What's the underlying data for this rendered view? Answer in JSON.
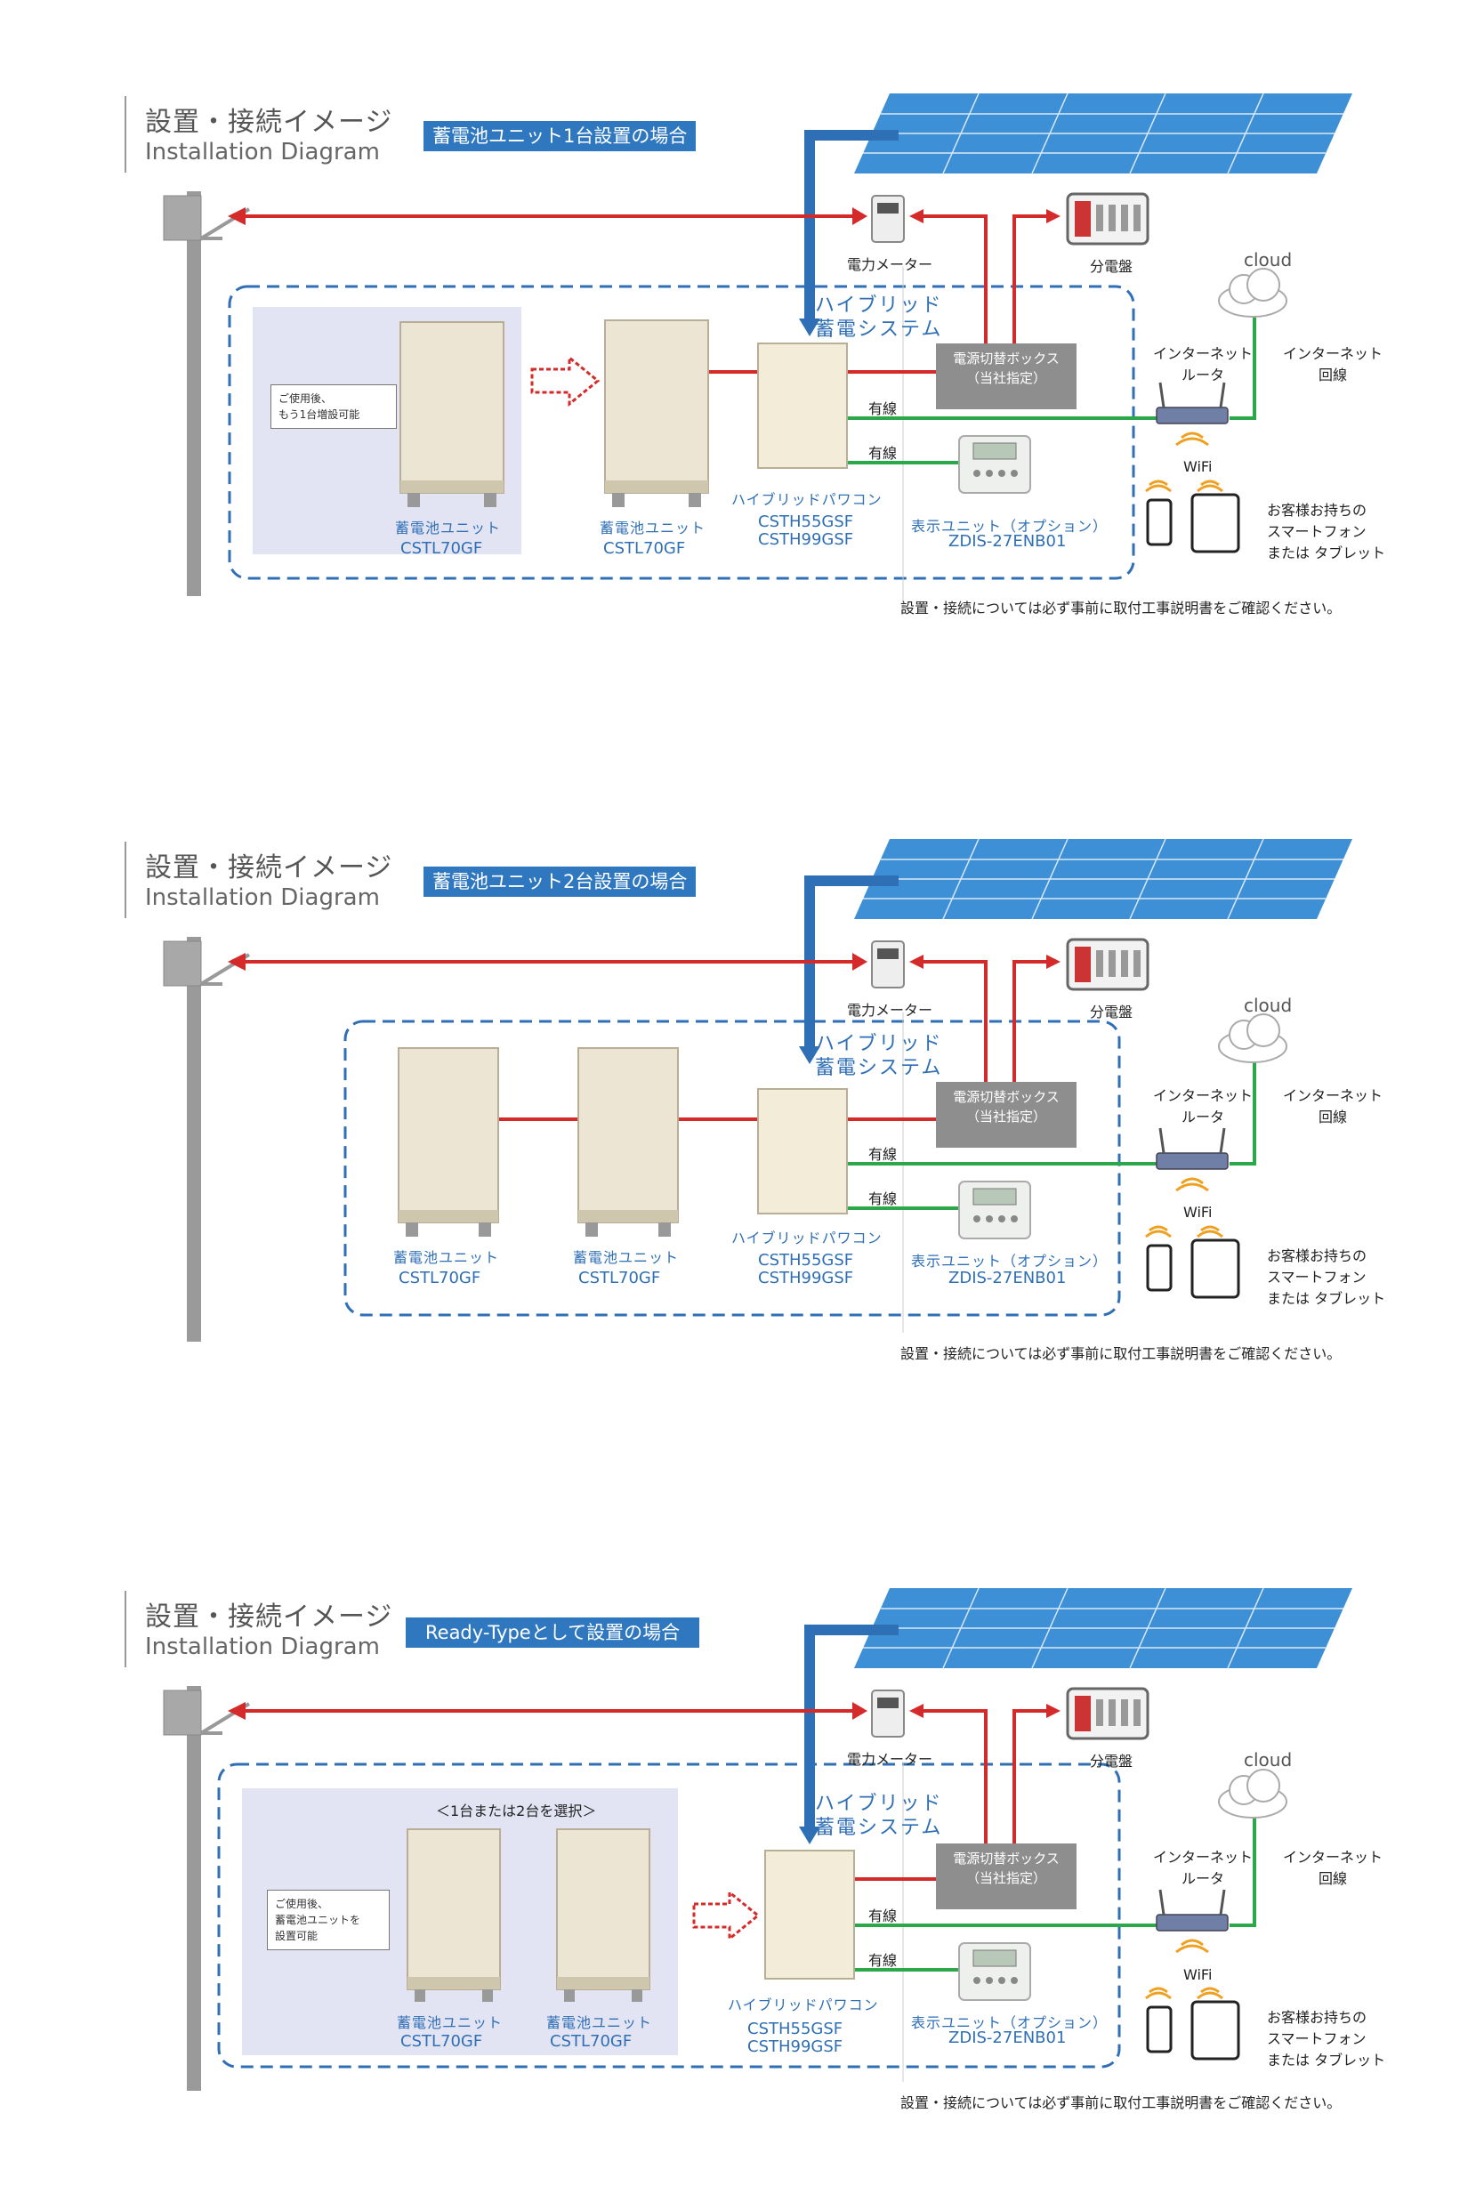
{
  "common": {
    "title_ja": "設置・接続イメージ",
    "title_en": "Installation Diagram",
    "power_meter": "電力メーター",
    "distribution_board": "分電盤",
    "cloud": "cloud",
    "hybrid_system_line1": "ハイブリッド",
    "hybrid_system_line2": "蓄電システム",
    "switch_box_line1": "電源切替ボックス",
    "switch_box_line2": "（当社指定）",
    "wired": "有線",
    "router_line1": "インターネット",
    "router_line2": "ルータ",
    "internet_line1": "インターネット",
    "internet_line2": "回線",
    "wifi": "WiFi",
    "customer_line1": "お客様お持ちの",
    "customer_line2": "スマートフォン",
    "customer_line3": "または タブレット",
    "battery_unit": "蓄電池ユニット",
    "battery_model": "CSTL70GF",
    "power_conditioner": "ハイブリッドパワコン",
    "pcs_model1": "CSTH55GSF",
    "pcs_model2": "CSTH99GSF",
    "display_unit": "表示ユニット（オプション）",
    "display_model": "ZDIS-27ENB01",
    "footer_note": "設置・接続については必ず事前に取付工事説明書をご確認ください。"
  },
  "panels": [
    {
      "badge": "蓄電池ユニット1台設置の場合",
      "note_line1": "ご使用後、",
      "note_line2": "もう1台増設可能"
    },
    {
      "badge": "蓄電池ユニット2台設置の場合"
    },
    {
      "badge": "Ready-Typeとして設置の場合",
      "select_note": "＜1台または2台を選択＞",
      "note_line1": "ご使用後、",
      "note_line2": "蓄電池ユニットを",
      "note_line3": "設置可能"
    }
  ],
  "colors": {
    "accent_blue": "#2f78c0",
    "ac_line_red": "#d42a2a",
    "comm_line_green": "#2aa84a",
    "solar_blue": "#3d8fd6"
  }
}
